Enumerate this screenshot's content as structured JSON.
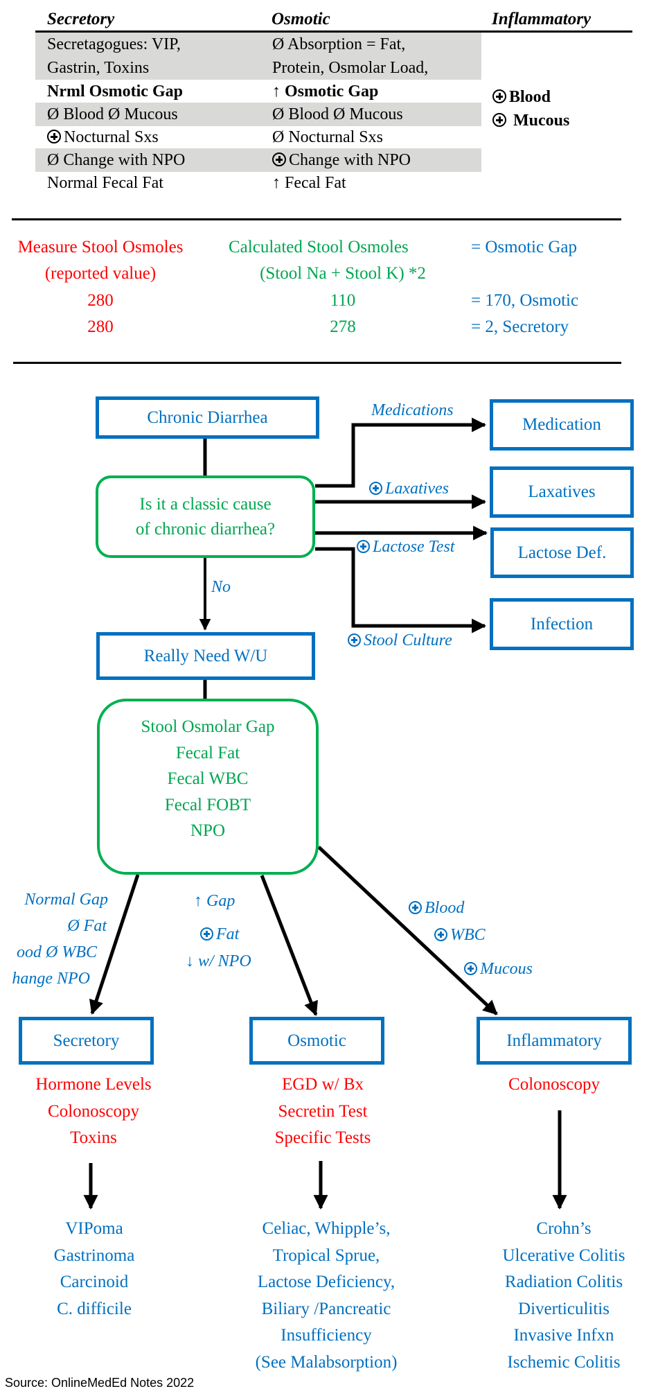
{
  "comparison_table": {
    "headers": [
      "Secretory",
      "Osmotic",
      "Inflammatory"
    ],
    "secretory": [
      {
        "text": "Secretagogues: VIP,",
        "shaded": true
      },
      {
        "text": "Gastrin, Toxins",
        "shaded": true
      },
      {
        "text": "Nrml Osmotic Gap",
        "bold": true
      },
      {
        "text": "Ø Blood Ø Mucous",
        "shaded": true
      },
      {
        "text": "Nocturnal Sxs",
        "icon": "plus-circle-icon"
      },
      {
        "text": "Ø Change with NPO",
        "shaded": true
      },
      {
        "text": "Normal Fecal Fat"
      }
    ],
    "osmotic": [
      {
        "text": "Ø Absorption = Fat,",
        "shaded": true
      },
      {
        "text": "Protein, Osmolar Load,",
        "shaded": true
      },
      {
        "text": "↑ Osmotic Gap",
        "bold": true
      },
      {
        "text": "Ø Blood Ø Mucous",
        "shaded": true
      },
      {
        "text": "Ø Nocturnal Sxs"
      },
      {
        "text": "Change with NPO",
        "icon": "plus-circle-icon",
        "shaded": true
      },
      {
        "text": "↑ Fecal Fat"
      }
    ],
    "inflammatory": [
      {
        "text": "Blood",
        "icon": "plus-circle-icon",
        "bold": true
      },
      {
        "text": "Mucous",
        "icon": "plus-circle-icon",
        "bold": true
      }
    ]
  },
  "osmotic_gap_calc": {
    "measured": {
      "header": "Measure Stool Osmoles",
      "subheader": "(reported value)",
      "values": [
        "280",
        "280"
      ]
    },
    "calculated": {
      "header": "Calculated Stool Osmoles",
      "subheader": "(Stool Na + Stool K) *2",
      "values": [
        "110",
        "278"
      ]
    },
    "result": {
      "header": "= Osmotic Gap",
      "values": [
        "= 170, Osmotic",
        "= 2, Secretory"
      ]
    }
  },
  "flowchart": {
    "start": "Chronic Diarrhea",
    "question": [
      "Is it a classic cause",
      "of chronic diarrhea?"
    ],
    "branches": [
      {
        "label": "Medications",
        "label_icon": null,
        "target": "Medication"
      },
      {
        "label": "Laxatives",
        "label_icon": "plus-circle-icon",
        "target": "Laxatives"
      },
      {
        "label": "Lactose Test",
        "label_icon": "plus-circle-icon",
        "target": "Lactose Def."
      },
      {
        "label": "Stool Culture",
        "label_icon": "plus-circle-icon",
        "target": "Infection"
      }
    ],
    "no_label": "No",
    "workup": "Really Need W/U",
    "tests": [
      "Stool Osmolar Gap",
      "Fecal Fat",
      "Fecal WBC",
      "Fecal FOBT",
      "NPO"
    ],
    "secretory_criteria": [
      "Normal Gap",
      "Ø Fat",
      "ood Ø WBC",
      "hange NPO"
    ],
    "osmotic_criteria": [
      "↑ Gap",
      "Fat",
      "↓ w/ NPO"
    ],
    "inflammatory_criteria": [
      "Blood",
      "WBC",
      "Mucous"
    ],
    "categories": [
      {
        "name": "Secretory",
        "tests": [
          "Hormone Levels",
          "Colonoscopy",
          "Toxins"
        ],
        "diagnoses": [
          "VIPoma",
          "Gastrinoma",
          "Carcinoid",
          "C. difficile"
        ]
      },
      {
        "name": "Osmotic",
        "tests": [
          "EGD w/ Bx",
          "Secretin Test",
          "Specific Tests"
        ],
        "diagnoses": [
          "Celiac, Whipple’s,",
          "Tropical Sprue,",
          "Lactose Deficiency,",
          "Biliary /Pancreatic",
          "Insufficiency",
          "(See Malabsorption)"
        ]
      },
      {
        "name": "Inflammatory",
        "tests": [
          "Colonoscopy"
        ],
        "diagnoses": [
          "Crohn’s",
          "Ulcerative Colitis",
          "Radiation Colitis",
          "Diverticulitis",
          "Invasive Infxn",
          "Ischemic Colitis"
        ]
      }
    ]
  },
  "source": "Source: OnlineMedEd Notes 2022",
  "colors": {
    "blue": "#0070c0",
    "green": "#00b050",
    "red": "#ff0000",
    "shade": "#d9dad8"
  }
}
